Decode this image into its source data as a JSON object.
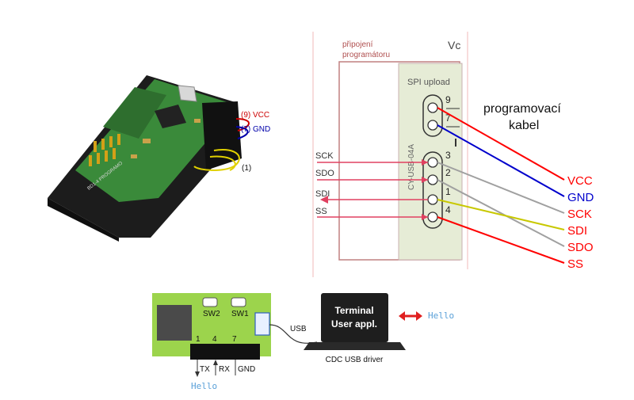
{
  "module_callouts": {
    "vcc": "(9) VCC",
    "gnd": "(7) GND",
    "cable": "(1)"
  },
  "module_label": "BD1-4\nPROGRAMO",
  "schematic": {
    "header_line1": "připojení",
    "header_line2": "programátoru",
    "corner_text": "Vc",
    "spi_upload": "SPI upload",
    "connector_label": "CY-USB-04A",
    "signals_left": [
      "SCK",
      "SDO",
      "SDI",
      "SS"
    ],
    "pins_top": [
      "9",
      "7"
    ],
    "pins_bottom": [
      "3",
      "2",
      "1",
      "4"
    ],
    "cable_label_line1": "programovací",
    "cable_label_line2": "kabel",
    "wire_labels": [
      "VCC",
      "GND",
      "SCK",
      "SDI",
      "SDO",
      "SS"
    ],
    "wire_colors": {
      "VCC": "#ff0000",
      "GND": "#0000cc",
      "SCK": "#a0a0a0",
      "SDI": "#c8c800",
      "SDO": "#a0a0a0",
      "SS": "#ff0000"
    }
  },
  "bottom": {
    "sw2": "SW2",
    "sw1": "SW1",
    "pin1": "1",
    "pin4": "4",
    "pin7": "7",
    "tx": "TX",
    "rx": "RX",
    "gnd": "GND",
    "usb": "USB",
    "terminal_line1": "Terminal",
    "terminal_line2": "User appl.",
    "driver": "CDC USB driver",
    "hello_right": "Hello",
    "hello_bottom": "Hello"
  }
}
